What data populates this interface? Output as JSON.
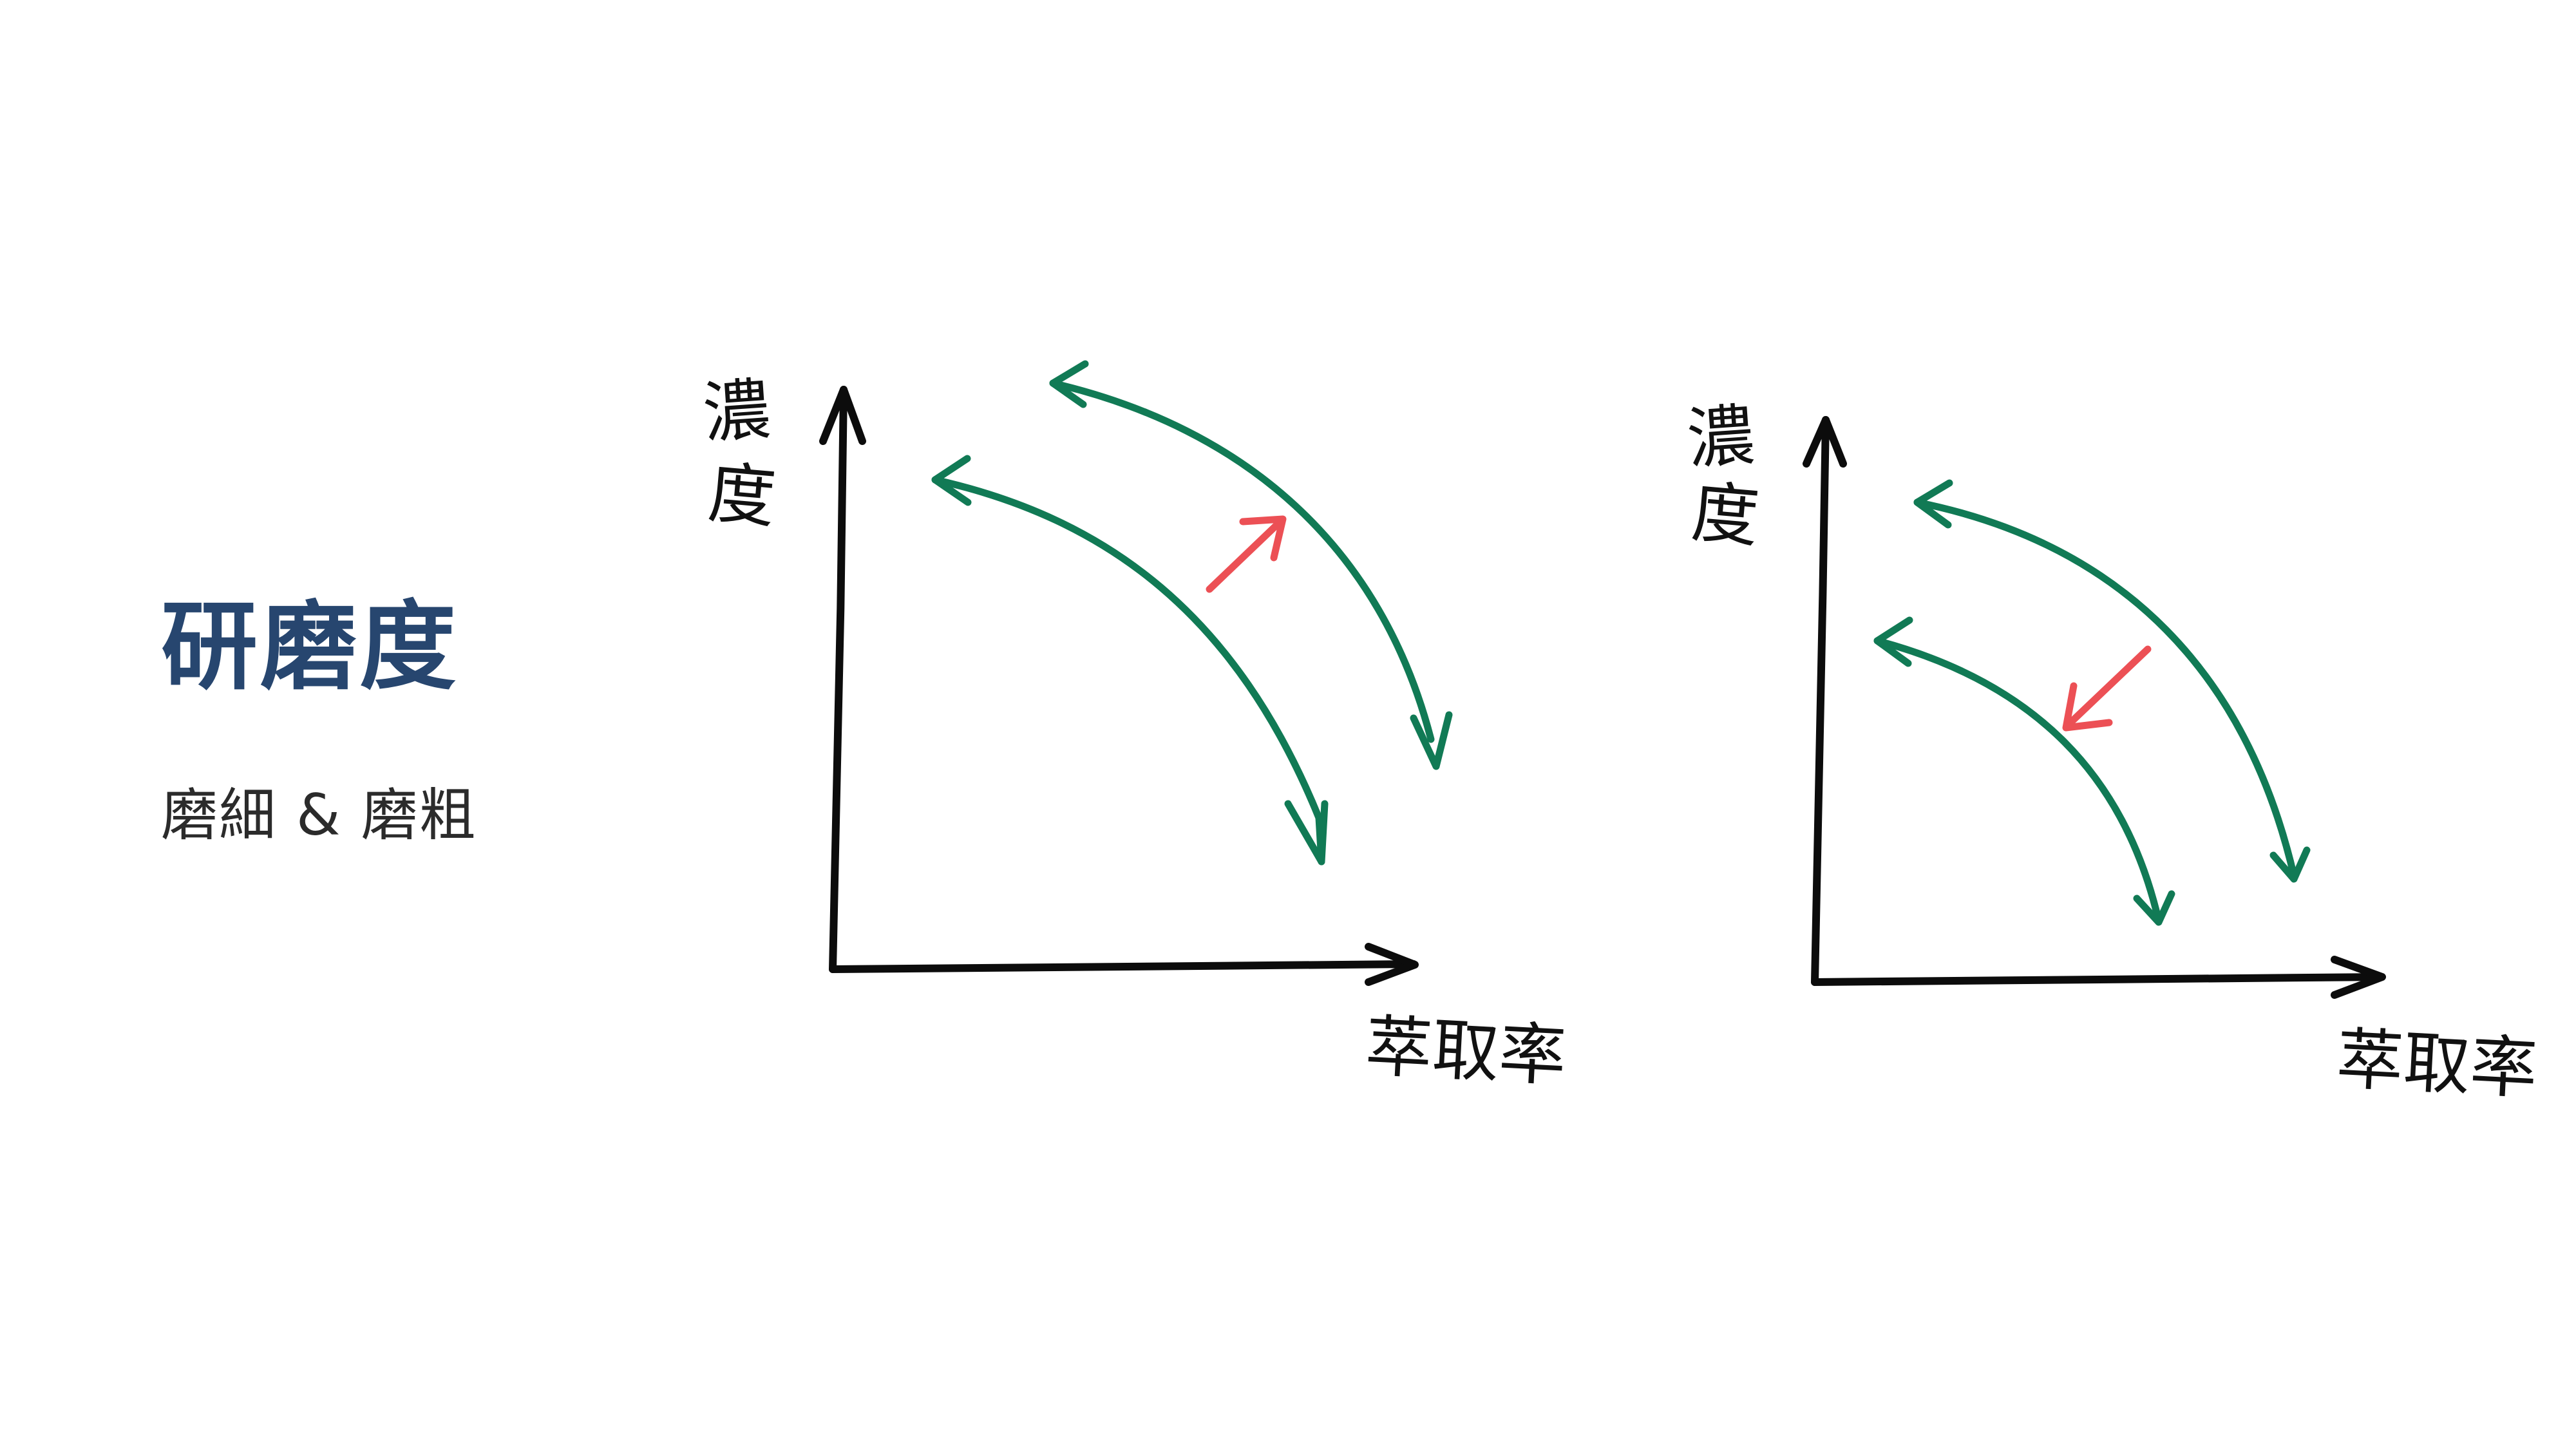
{
  "title": "研磨度",
  "subtitle": "磨細 & 磨粗",
  "colors": {
    "title": "#27466f",
    "axis": "#0c0c0c",
    "curve": "#117a55",
    "shift_arrow": "#ec5055"
  },
  "diagrams": [
    {
      "y_axis_label": [
        "濃",
        "度"
      ],
      "x_axis_label": "萃取率",
      "shift_direction": "up-right"
    },
    {
      "y_axis_label": [
        "濃",
        "度"
      ],
      "x_axis_label": "萃取率",
      "shift_direction": "down-left"
    }
  ]
}
